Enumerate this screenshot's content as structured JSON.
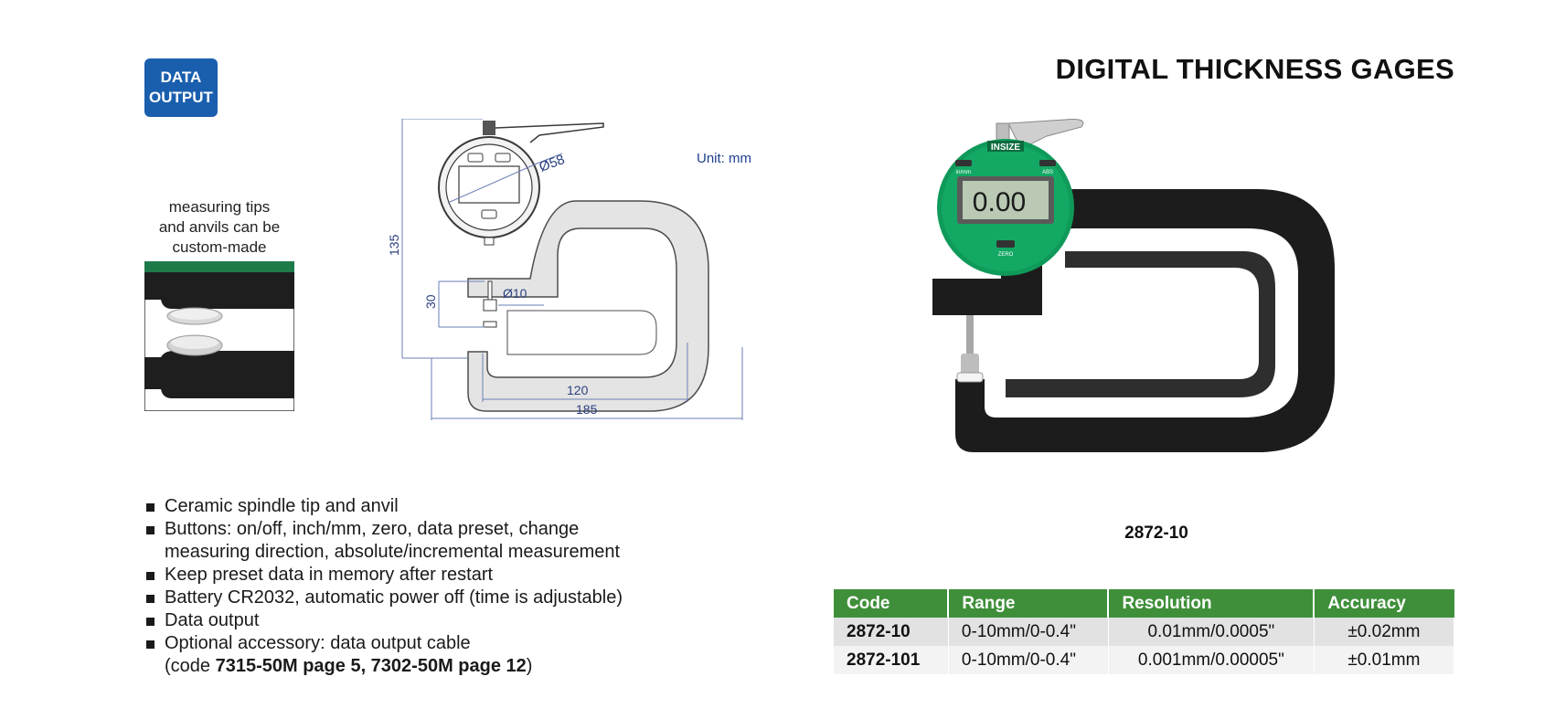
{
  "badge": {
    "line1": "DATA",
    "line2": "OUTPUT"
  },
  "title": "DIGITAL THICKNESS GAGES",
  "tip_caption": {
    "line1": "measuring tips",
    "line2": "and anvils can be",
    "line3": "custom-made"
  },
  "drawing": {
    "unit": "Unit: mm",
    "dial_dia": "Ø58",
    "tip_dia": "Ø10",
    "height": "135",
    "depth": "30",
    "inner_width": "120",
    "overall_width": "185"
  },
  "product": {
    "display_value": "0.00",
    "brand": "INSIZE",
    "btn_left": "in/mm",
    "btn_right": "ABS",
    "btn_zero": "ZERO",
    "model": "2872-10"
  },
  "features": [
    "Ceramic spindle tip and anvil",
    "Buttons: on/off, inch/mm, zero, data preset, change",
    "measuring direction, absolute/incremental measurement",
    "Keep preset data in memory after restart",
    "Battery CR2032, automatic power off (time is adjustable)",
    "Data output",
    "Optional accessory: data output cable"
  ],
  "accessory_line": {
    "prefix": "(code ",
    "ref1": "7315-50M page 5, 7302-50M page 12",
    "suffix": ")"
  },
  "table": {
    "headers": [
      "Code",
      "Range",
      "Resolution",
      "Accuracy"
    ],
    "rows": [
      [
        "2872-10",
        "0-10mm/0-0.4\"",
        "0.01mm/0.0005\"",
        "±0.02mm"
      ],
      [
        "2872-101",
        "0-10mm/0-0.4\"",
        "0.001mm/0.00005\"",
        "±0.01mm"
      ]
    ]
  },
  "colors": {
    "badge": "#1a5fae",
    "table_header": "#3f8f3a",
    "gauge_green": "#0f9a5a",
    "frame": "#1c1c1c"
  }
}
